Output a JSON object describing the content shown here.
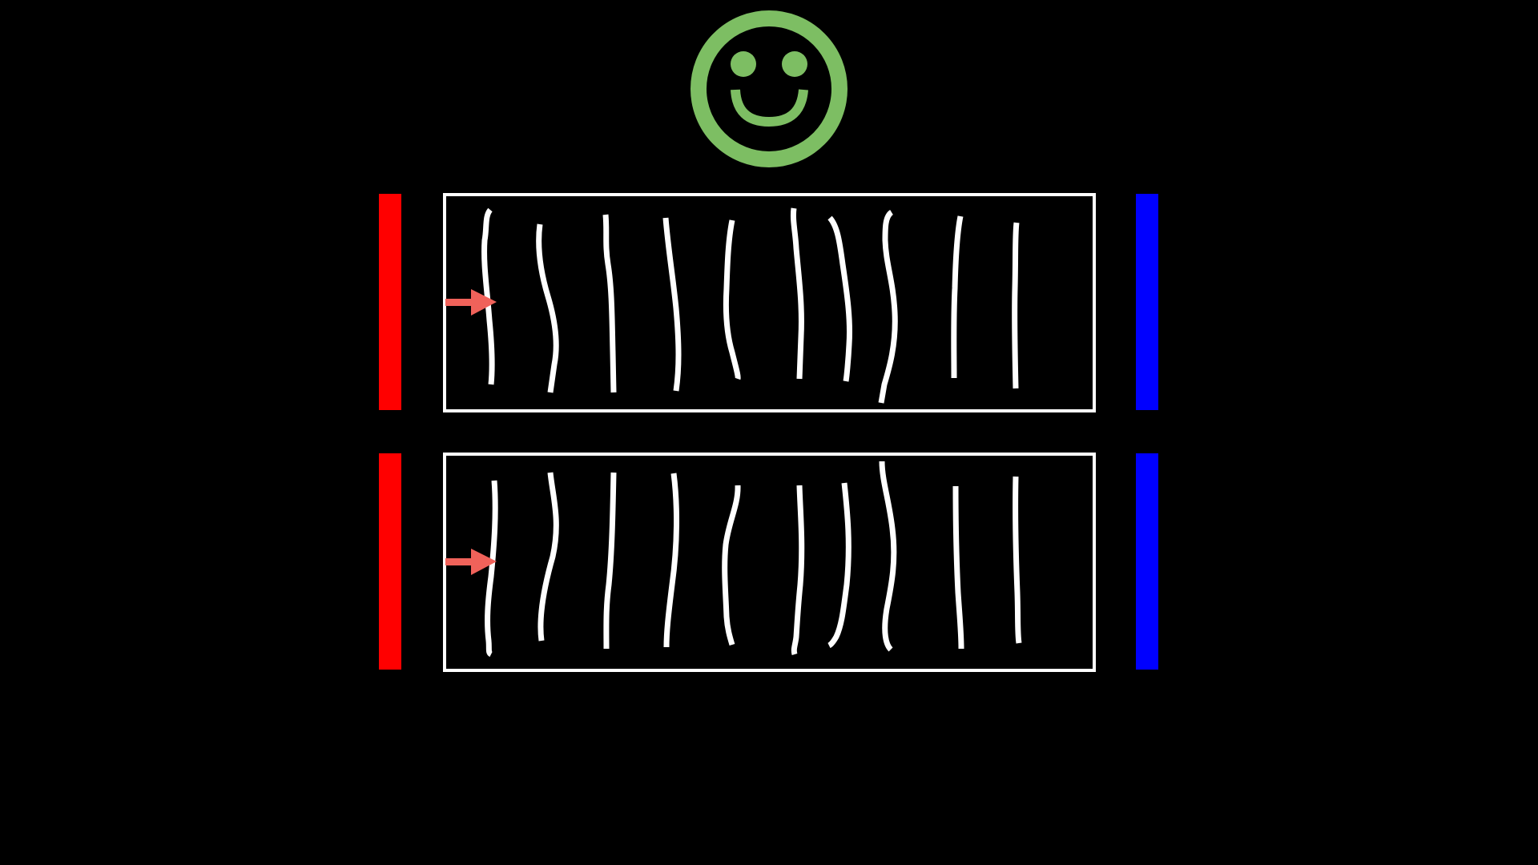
{
  "diagram": {
    "background": "#000000",
    "colors": {
      "emoji": "#7DBE63",
      "frame": "#FFFFFF",
      "strand": "#FFFFFF",
      "left_plate": "#FF0000",
      "right_plate": "#0000FF",
      "arrow": "#F0625A"
    },
    "top_icon": "smiley-face-icon",
    "panels": [
      {
        "id": "top",
        "frame_icon": "container-frame",
        "left_plate_icon": "red-plate",
        "right_plate_icon": "blue-plate",
        "arrow_icon": "right-arrow-icon",
        "strand_count": 10
      },
      {
        "id": "bottom",
        "frame_icon": "container-frame",
        "left_plate_icon": "red-plate",
        "right_plate_icon": "blue-plate",
        "arrow_icon": "right-arrow-icon",
        "strand_count": 10
      }
    ]
  }
}
